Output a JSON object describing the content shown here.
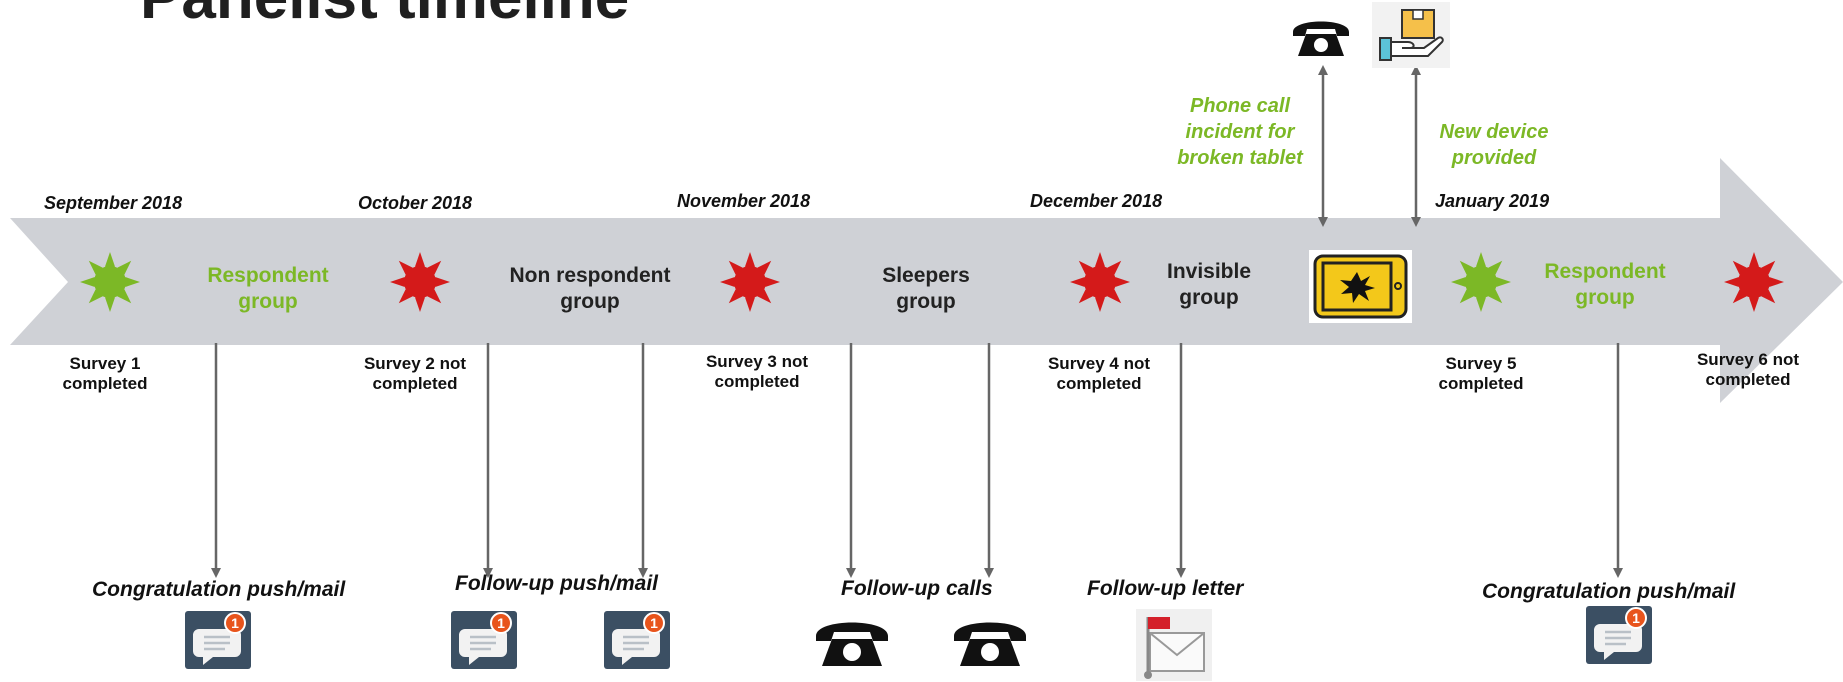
{
  "title": "Panelist timeline",
  "dates": [
    "September 2018",
    "October 2018",
    "November 2018",
    "December 2018",
    "January 2019"
  ],
  "groups": [
    {
      "line1": "Respondent",
      "line2": "group",
      "color": "#7cb826"
    },
    {
      "line1": "Non respondent",
      "line2": "group",
      "color": "#222222"
    },
    {
      "line1": "Sleepers",
      "line2": "group",
      "color": "#222222"
    },
    {
      "line1": "Invisible",
      "line2": "group",
      "color": "#222222"
    },
    {
      "line1": "Respondent",
      "line2": "group",
      "color": "#7cb826"
    }
  ],
  "surveys": [
    {
      "line1": "Survey 1",
      "line2": "completed",
      "status": "completed"
    },
    {
      "line1": "Survey 2 not",
      "line2": "completed",
      "status": "not completed"
    },
    {
      "line1": "Survey 3 not",
      "line2": "completed",
      "status": "not completed"
    },
    {
      "line1": "Survey 4 not",
      "line2": "completed",
      "status": "not completed"
    },
    {
      "line1": "Survey 5",
      "line2": "completed",
      "status": "completed"
    },
    {
      "line1": "Survey 6 not",
      "line2": "completed",
      "status": "not completed"
    }
  ],
  "actions": {
    "congratulation_1": "Congratulation push/mail",
    "followup_push": "Follow-up push/mail",
    "followup_calls": "Follow-up calls",
    "followup_letter": "Follow-up letter",
    "congratulation_2": "Congratulation push/mail"
  },
  "events": {
    "phone_call": {
      "line1": "Phone call",
      "line2": "incident for",
      "line3": "broken tablet"
    },
    "new_device": {
      "line1": "New device",
      "line2": "provided"
    }
  },
  "notification_badge": "1",
  "colors": {
    "arrow": "#cfd1d6",
    "completed": "#7cb826",
    "not_completed": "#d41a1a",
    "accent_text": "#7cb826",
    "connector": "#666666",
    "chat_icon_bg": "#3b4f63",
    "badge": "#e8541c",
    "tablet_frame": "#f3c81a"
  },
  "icons": [
    "sun-icon",
    "phone-icon",
    "chat-notification-icon",
    "mail-flag-icon",
    "broken-tablet-icon",
    "package-hand-icon"
  ]
}
